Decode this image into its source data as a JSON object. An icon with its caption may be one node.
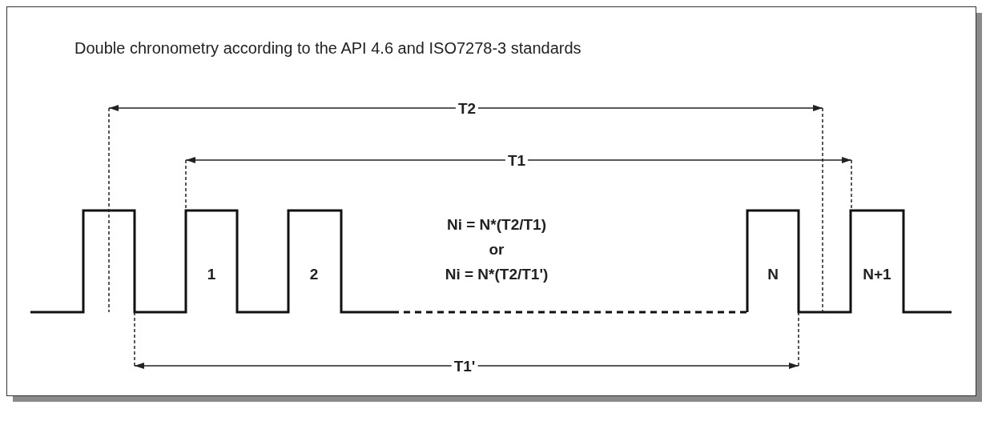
{
  "diagram": {
    "title": "Double chronometry according to the API 4.6 and ISO7278-3 standards",
    "labels": [
      "T2",
      "T1",
      "Ni = N*(T2/T1)",
      "or",
      "1",
      "2",
      "Ni = N*(T2/T1')",
      "N",
      "N+1",
      "T1'"
    ]
  }
}
